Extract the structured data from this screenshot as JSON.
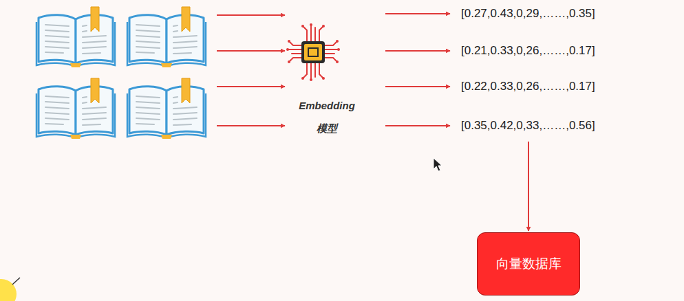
{
  "diagram": {
    "nodes": [
      {
        "text": [
          "Embedding 模型"
        ]
      },
      {
        "text": [
          "向量数据库"
        ]
      }
    ],
    "labels": [
      "[0.27,0.43,0,29,……,0.35]",
      "[0.21,0.33,0,26,……,0.17]",
      "[0.22,0.33,0,26,……,0.17]",
      "[0.35,0.42,0,33,……,0.56]"
    ]
  }
}
